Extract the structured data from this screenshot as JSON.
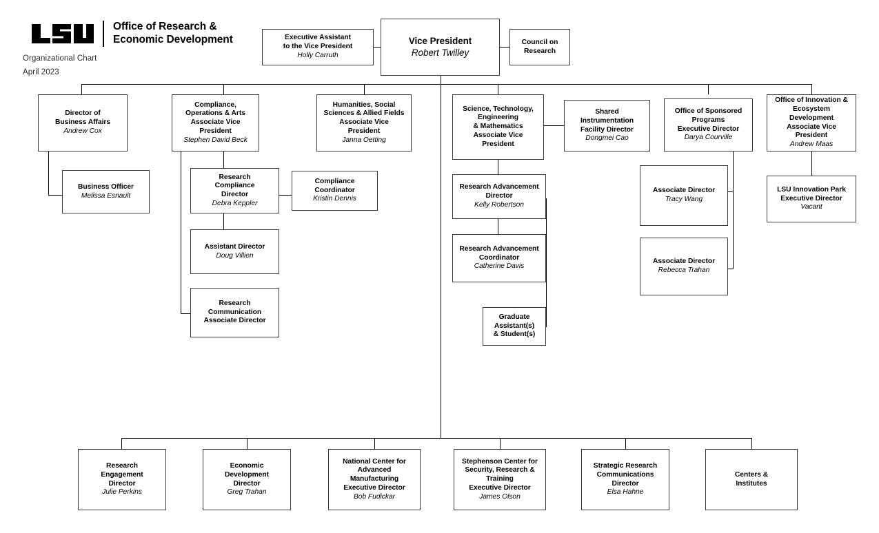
{
  "header": {
    "logo_text_line1": "Office of Research &",
    "logo_text_line2": "Economic Development",
    "logo_wordmark": "LSU",
    "chart_label": "Organizational Chart",
    "chart_date": "April 2023"
  },
  "colors": {
    "box_border": "#3a3a3a",
    "connector": "#000000",
    "background": "#ffffff",
    "text": "#000000"
  },
  "nodes": {
    "vice_president": {
      "title": "Vice President",
      "name": "Robert Twilley"
    },
    "executive_assistant": {
      "title": "Executive Assistant\nto the Vice President",
      "name": "Holly Carruth"
    },
    "council_on_research": {
      "title": "Council on\nResearch",
      "name": ""
    },
    "business_affairs": {
      "title": "Director of\nBusiness Affairs",
      "name": "Andrew Cox"
    },
    "business_officer": {
      "title": "Business Officer",
      "name": "Melissa Esnault"
    },
    "compliance_avp": {
      "title": "Compliance,\nOperations & Arts\nAssociate Vice\nPresident",
      "name": "Stephen David Beck"
    },
    "research_compliance_dir": {
      "title": "Research\nCompliance\nDirector",
      "name": "Debra Keppler"
    },
    "compliance_coordinator": {
      "title": "Compliance\nCoordinator",
      "name": "Kristin Dennis"
    },
    "assistant_director": {
      "title": "Assistant Director",
      "name": "Doug Villien"
    },
    "research_communication": {
      "title": "Research\nCommunication\nAssociate Director",
      "name": ""
    },
    "humanities_avp": {
      "title": "Humanities, Social\nSciences & Allied Fields\nAssociate Vice\nPresident",
      "name": "Janna Oetting"
    },
    "stem_avp": {
      "title": "Science, Technology,\nEngineering\n& Mathematics\nAssociate Vice\nPresident",
      "name": ""
    },
    "research_adv_director": {
      "title": "Research Advancement\nDirector",
      "name": "Kelly Robertson"
    },
    "research_adv_coordinator": {
      "title": "Research Advancement\nCoordinator",
      "name": "Catherine Davis"
    },
    "graduate_assistants": {
      "title": "Graduate\nAssistant(s)\n& Student(s)",
      "name": ""
    },
    "shared_instrumentation": {
      "title": "Shared\nInstrumentation\nFacility Director",
      "name": "Dongmei Cao"
    },
    "sponsored_programs": {
      "title": "Office of Sponsored\nPrograms\nExecutive Director",
      "name": "Darya Courville"
    },
    "assoc_dir_wang": {
      "title": "Associate Director",
      "name": "Tracy Wang"
    },
    "assoc_dir_trahan": {
      "title": "Associate Director",
      "name": "Rebecca Trahan"
    },
    "innovation_avp": {
      "title": "Office of Innovation &\nEcosystem\nDevelopment\nAssociate Vice\nPresident",
      "name": "Andrew Maas"
    },
    "innovation_park": {
      "title": "LSU Innovation Park\nExecutive Director",
      "name": "Vacant"
    },
    "research_engagement": {
      "title": "Research\nEngagement\nDirector",
      "name": "Julie Perkins"
    },
    "economic_development": {
      "title": "Economic\nDevelopment\nDirector",
      "name": "Greg Trahan"
    },
    "ncam": {
      "title": "National Center for\nAdvanced\nManufacturing\nExecutive Director",
      "name": "Bob Fudickar"
    },
    "stephenson_center": {
      "title": "Stephenson Center for\nSecurity, Research &\nTraining\nExecutive Director",
      "name": "James Olson"
    },
    "strategic_communications": {
      "title": "Strategic Research\nCommunications\nDirector",
      "name": "Elsa Hahne"
    },
    "centers_institutes": {
      "title": "Centers &\nInstitutes",
      "name": ""
    }
  }
}
